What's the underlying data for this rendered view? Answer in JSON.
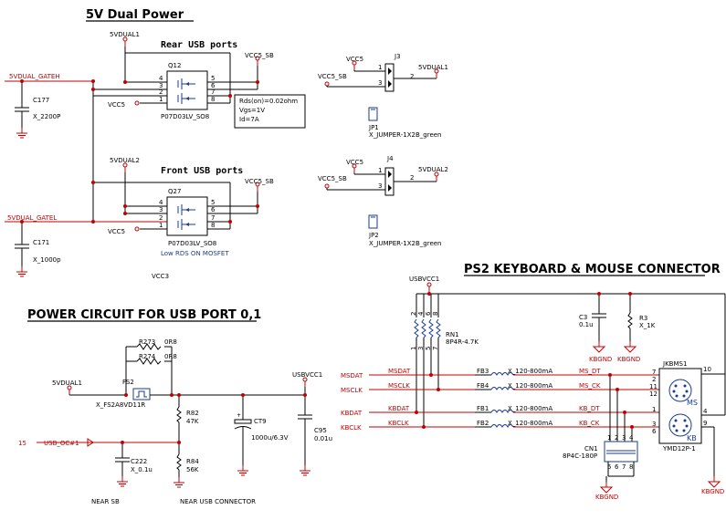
{
  "titles": {
    "dual_power": "5V Dual Power",
    "rear_usb": "Rear USB ports",
    "front_usb": "Front USB ports",
    "ps2": "PS2 KEYBOARD & MOUSE CONNECTOR",
    "usb_power": "POWER CIRCUIT FOR USB PORT 0,1"
  },
  "top": {
    "net_5vdual1": "5VDUAL1",
    "net_5vdual2": "5VDUAL2",
    "net_gateh": "5VDUAL_GATEH",
    "net_gatel": "5VDUAL_GATEL",
    "vcc5": "VCC5",
    "vcc5sb": "VCC5_SB",
    "q12": "Q12",
    "q27": "Q27",
    "q_part": "P07D03LV_SO8",
    "c177": "C177",
    "c177_val": "X_2200P",
    "c171": "C171",
    "c171_val": "X_1000p",
    "rds_note": [
      "Rds(on)=0.02ohm",
      "Vgs=1V",
      "Id=7A"
    ],
    "low_rds": "Low RDS ON MOSFET",
    "vcc3": "VCC3",
    "j3": "J3",
    "j4": "J4",
    "jp1": "JP1",
    "jp2": "JP2",
    "jp_part": "X_JUMPER-1X2B_green",
    "pins_q": [
      "4",
      "3",
      "2",
      "1",
      "5",
      "6",
      "7",
      "8"
    ],
    "pins_j": [
      "1",
      "2",
      "3"
    ]
  },
  "ps2": {
    "usbvcc1": "USBVCC1",
    "rn1": "RN1",
    "rn1_val": "8P4R-4.7K",
    "c3": "C3",
    "c3_val": "0.1u",
    "r3": "R3",
    "r3_val": "X_1K",
    "kbgnd": "KBGND",
    "jkbms1": "JKBMS1",
    "ms": "MS",
    "kb": "KB",
    "conn_part": "YMD12P-1",
    "cn1": "CN1",
    "cn1_val": "8P4C-180P",
    "signals": [
      {
        "port": "MSDAT",
        "net": "MSDAT",
        "fb": "FB3",
        "fb_val": "X_120-800mA",
        "out": "MS_DT"
      },
      {
        "port": "MSCLK",
        "net": "MSCLK",
        "fb": "FB4",
        "fb_val": "X_120-800mA",
        "out": "MS_CK"
      },
      {
        "port": "KBDAT",
        "net": "KBDAT",
        "fb": "FB1",
        "fb_val": "X_120-800mA",
        "out": "KB_DT"
      },
      {
        "port": "KBCLK",
        "net": "KBCLK",
        "fb": "FB2",
        "fb_val": "X_120-800mA",
        "out": "KB_CK"
      }
    ],
    "rn_pins": [
      "2",
      "4",
      "6",
      "8",
      "1",
      "3",
      "5",
      "7"
    ],
    "conn_pins": [
      "10",
      "7",
      "2",
      "11",
      "12",
      "1",
      "4",
      "9",
      "3",
      "6"
    ],
    "cn_pins": [
      "1",
      "2",
      "3",
      "4",
      "5",
      "6",
      "7",
      "8"
    ]
  },
  "usbpwr": {
    "net_5vdual1": "5VDUAL1",
    "usbvcc1": "USBVCC1",
    "fs2": "FS2",
    "fs2_part": "X_FS2A8VD11R",
    "r273": "R273",
    "r273_val": "0R8",
    "r274": "R274",
    "r274_val": "0R8",
    "r82": "R82",
    "r82_val": "47K",
    "r84": "R84",
    "r84_val": "56K",
    "ct9": "CT9",
    "ct9_val": "1000u/6.3V",
    "c95": "C95",
    "c95_val": "0.01u",
    "c222": "C222",
    "c222_val": "X_0.1u",
    "usb_oc": "USB_OC#1",
    "usb_oc_num": "15",
    "near_sb": "NEAR SB",
    "near_usb": "NEAR USB CONNECTOR"
  }
}
